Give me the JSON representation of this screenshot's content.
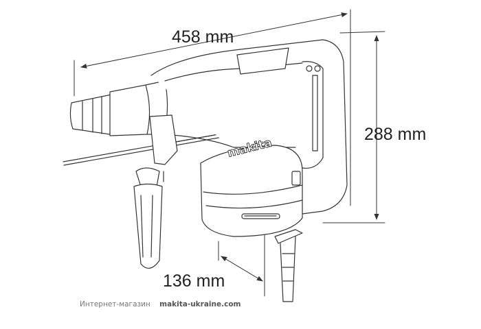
{
  "dimensions": {
    "length": "458 mm",
    "height": "288 mm",
    "depth": "136 mm"
  },
  "brand_logo": "makita",
  "footer": {
    "label": "Интернет-магазин",
    "site": "makita-ukraine.com"
  }
}
